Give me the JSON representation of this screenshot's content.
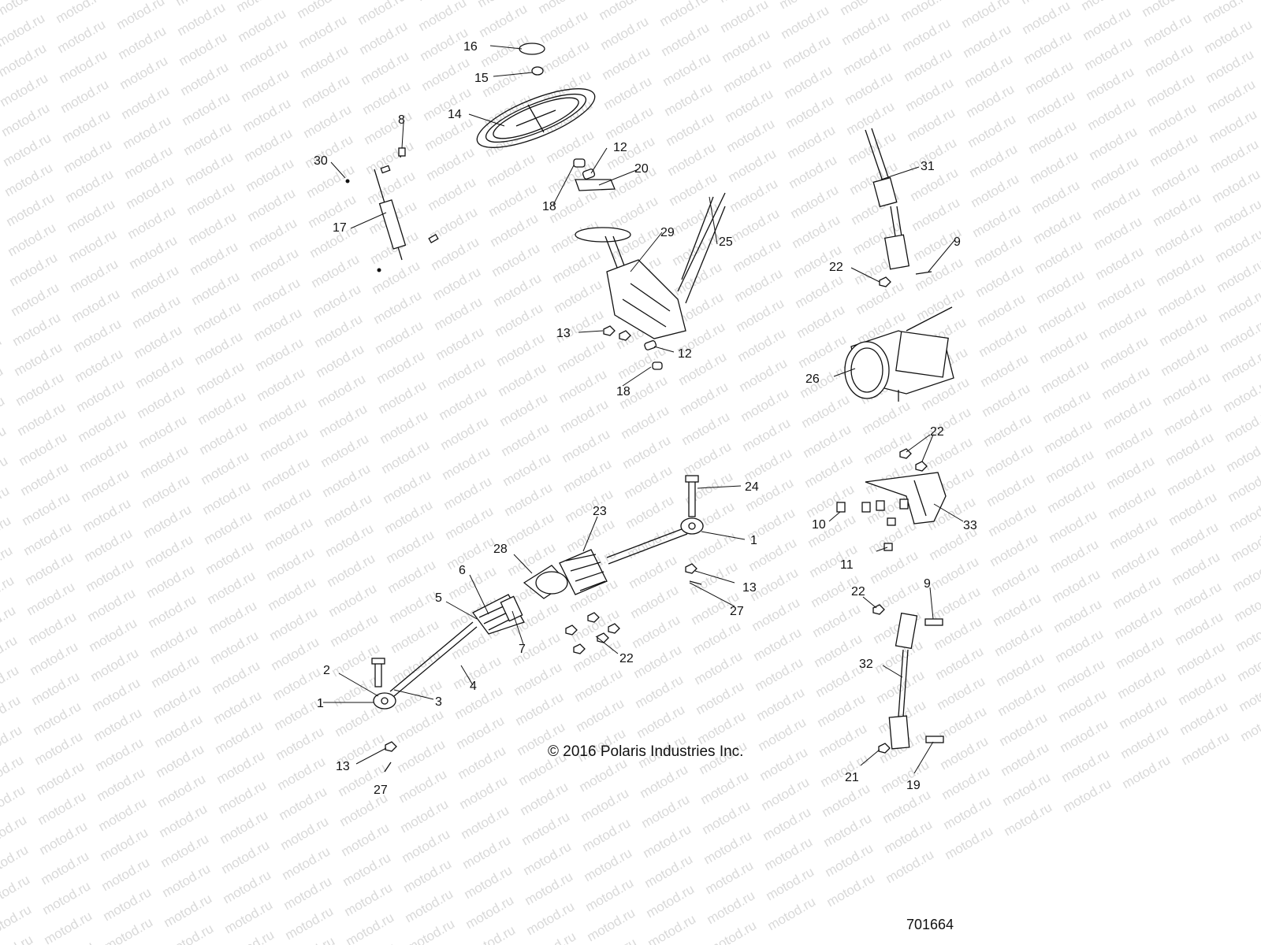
{
  "watermark": "motod.ru",
  "copyright": "© 2016 Polaris Industries Inc.",
  "diagram_code": "701664",
  "callouts": [
    "16",
    "15",
    "14",
    "8",
    "30",
    "17",
    "12",
    "20",
    "18",
    "29",
    "25",
    "13",
    "12",
    "18",
    "31",
    "9",
    "22",
    "26",
    "22",
    "24",
    "10",
    "33",
    "23",
    "28",
    "1",
    "6",
    "5",
    "13",
    "27",
    "11",
    "22",
    "9",
    "7",
    "22",
    "32",
    "2",
    "4",
    "3",
    "1",
    "13",
    "27",
    "21",
    "19"
  ]
}
